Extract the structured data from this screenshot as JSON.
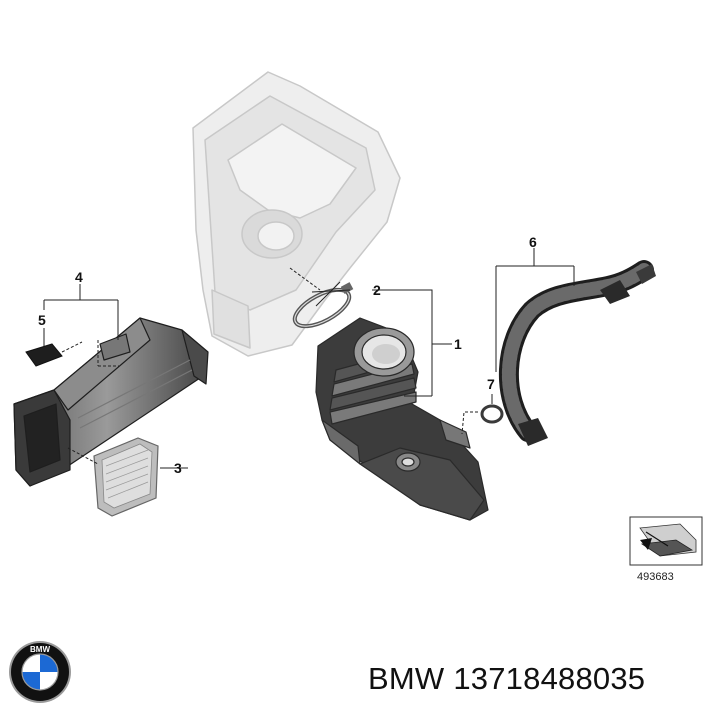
{
  "diagram": {
    "callouts": [
      "1",
      "2",
      "3",
      "4",
      "5",
      "6",
      "7"
    ],
    "reference_number": "493683"
  },
  "brand_logo": {
    "lettering": "BMW",
    "colors": {
      "blue": "#1c69d4",
      "black": "#111111",
      "white": "#ffffff",
      "ring": "#9a9a9a"
    }
  },
  "caption": {
    "brand": "BMW",
    "part_number": "13718488035"
  }
}
